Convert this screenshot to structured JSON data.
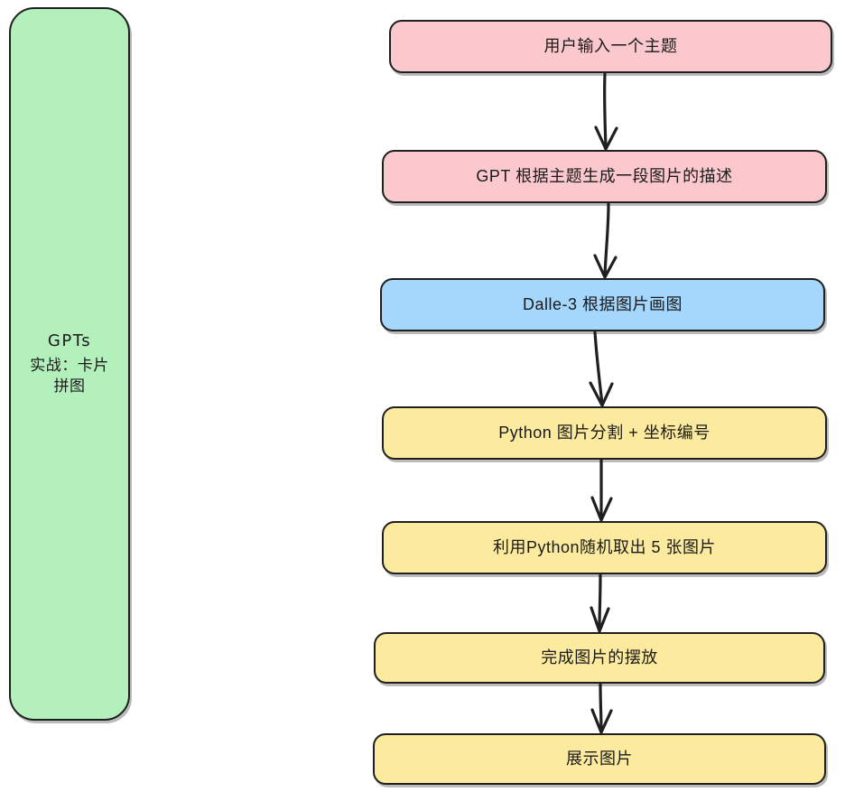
{
  "diagram": {
    "type": "flowchart",
    "direction": "top-to-bottom",
    "background": "#ffffff"
  },
  "sidebar": {
    "title": "GPTs",
    "subtitle_line1": "实战：卡片",
    "subtitle_line2": "拼图",
    "fill": "#B3F0BC",
    "stroke": "#1f1f1f"
  },
  "palette": {
    "pink": "#FAC8CD",
    "blue": "#A5D6FB",
    "yellow": "#FCEA9E",
    "green": "#B3F0BC",
    "stroke": "#1f1f1f",
    "text": "#1a1a1a"
  },
  "flow": {
    "nodes": [
      {
        "id": "n0",
        "label": "用户输入一个主题",
        "fill": "#FAC8CD"
      },
      {
        "id": "n1",
        "label": "GPT 根据主题生成一段图片的描述",
        "fill": "#FAC8CD"
      },
      {
        "id": "n2",
        "label": "Dalle-3 根据图片画图",
        "fill": "#A5D6FB"
      },
      {
        "id": "n3",
        "label": "Python 图片分割 + 坐标编号",
        "fill": "#FCEA9E"
      },
      {
        "id": "n4",
        "label": "利用Python随机取出 5 张图片",
        "fill": "#FCEA9E"
      },
      {
        "id": "n5",
        "label": "完成图片的摆放",
        "fill": "#FCEA9E"
      },
      {
        "id": "n6",
        "label": "展示图片",
        "fill": "#FCEA9E"
      }
    ],
    "edges": [
      {
        "from": "n0",
        "to": "n1",
        "label": ""
      },
      {
        "from": "n1",
        "to": "n2",
        "label": ""
      },
      {
        "from": "n2",
        "to": "n3",
        "label": ""
      },
      {
        "from": "n3",
        "to": "n4",
        "label": ""
      },
      {
        "from": "n4",
        "to": "n5",
        "label": ""
      },
      {
        "from": "n5",
        "to": "n6",
        "label": ""
      }
    ]
  }
}
